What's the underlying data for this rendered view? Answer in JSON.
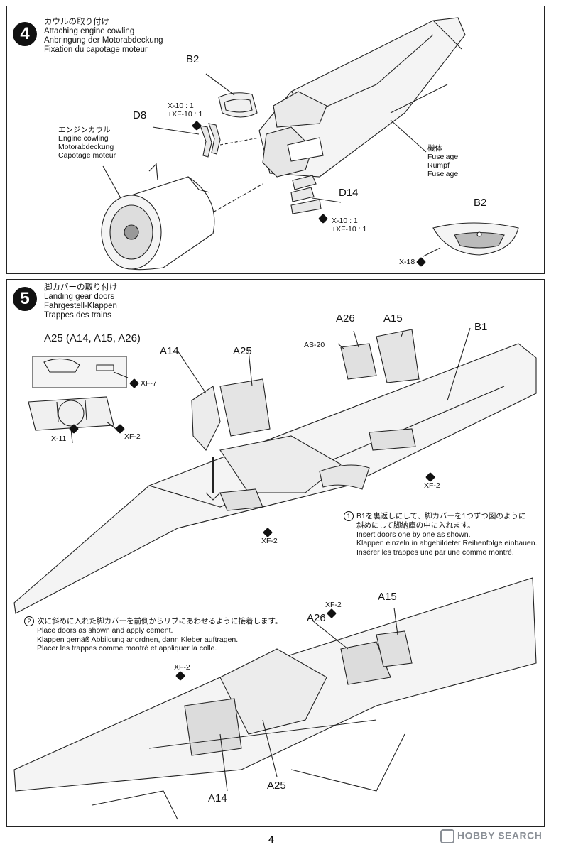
{
  "step4": {
    "number": "4",
    "title_jp": "カウルの取り付け",
    "title_en": "Attaching engine cowling",
    "title_de": "Anbringung der Motorabdeckung",
    "title_fr": "Fixation du capotage moteur",
    "part_b2": "B2",
    "part_d8": "D8",
    "part_d14": "D14",
    "paint_d8_1": "X-10 : 1",
    "paint_d8_2": "+XF-10 : 1",
    "paint_d14_1": "X-10 : 1",
    "paint_d14_2": "+XF-10 : 1",
    "cowling_jp": "エンジンカウル",
    "cowling_en": "Engine cowling",
    "cowling_de": "Motorabdeckung",
    "cowling_fr": "Capotage moteur",
    "fuselage_jp": "機体",
    "fuselage_en": "Fuselage",
    "fuselage_de": "Rumpf",
    "fuselage_fr": "Fuselage",
    "inset_part": "B2",
    "inset_paint": "X-18"
  },
  "step5": {
    "number": "5",
    "title_jp": "脚カバーの取り付け",
    "title_en": "Landing gear doors",
    "title_de": "Fahrgestell-Klappen",
    "title_fr": "Trappes des trains",
    "inset_title": "A25 (A14, A15, A26)",
    "inset_paint_1": "XF-7",
    "inset_paint_2": "X-11",
    "inset_paint_3": "XF-2",
    "part_a14": "A14",
    "part_a25": "A25",
    "part_a26": "A26",
    "part_a15": "A15",
    "part_b1": "B1",
    "paint_as20": "AS-20",
    "paint_xf2_a": "XF-2",
    "paint_xf2_b": "XF-2",
    "note1_num": "1",
    "note1_jp_1": "B1を裏返しにして、脚カバーを1つずつ図のように",
    "note1_jp_2": "斜めにして脚納庫の中に入れます。",
    "note1_en": "Insert doors one by one as shown.",
    "note1_de": "Klappen einzeln in abgebildeter Reihenfolge einbauen.",
    "note1_fr": "Insérer les trappes une par une comme montré.",
    "note2_num": "2",
    "note2_jp": "次に斜めに入れた脚カバーを前側からリブにあわせるように接着します。",
    "note2_en": "Place doors as shown and apply cement.",
    "note2_de": "Klappen gemäß Abbildung anordnen, dann Kleber auftragen.",
    "note2_fr": "Placer les trappes comme montré et appliquer la colle.",
    "lower_xf2_a": "XF-2",
    "lower_xf2_b": "XF-2",
    "lower_a15": "A15",
    "lower_a26": "A26",
    "lower_a14": "A14",
    "lower_a25": "A25"
  },
  "footer": {
    "page_number": "4",
    "watermark": "HOBBY SEARCH"
  }
}
